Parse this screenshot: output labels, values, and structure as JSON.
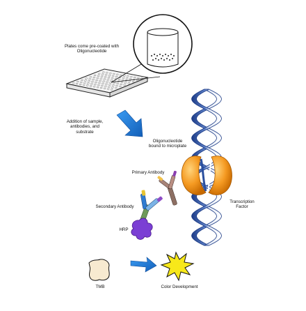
{
  "labels": {
    "plates": "Plates come pre-coated with\nOligonucleotide",
    "addition": "Addition of sample,\nantibodies, and\nsubstrate",
    "oligo_bound": "Oligonucleotide\nbound to microplate",
    "primary_antibody": "Primary Antibody",
    "secondary_antibody": "Secondary Antibody",
    "hrp": "HRP",
    "transcription_factor": "Transcription\nFactor",
    "tmb": "TMB",
    "color_development": "Color Development"
  },
  "colors": {
    "blue_arrow": "#1f7fe0",
    "dna_blue": "#2a4f9e",
    "transcription_factor": "#f08a10",
    "hrp": "#7b3fd4",
    "star": "#f7e81a",
    "tmb": "#f7ead0"
  }
}
